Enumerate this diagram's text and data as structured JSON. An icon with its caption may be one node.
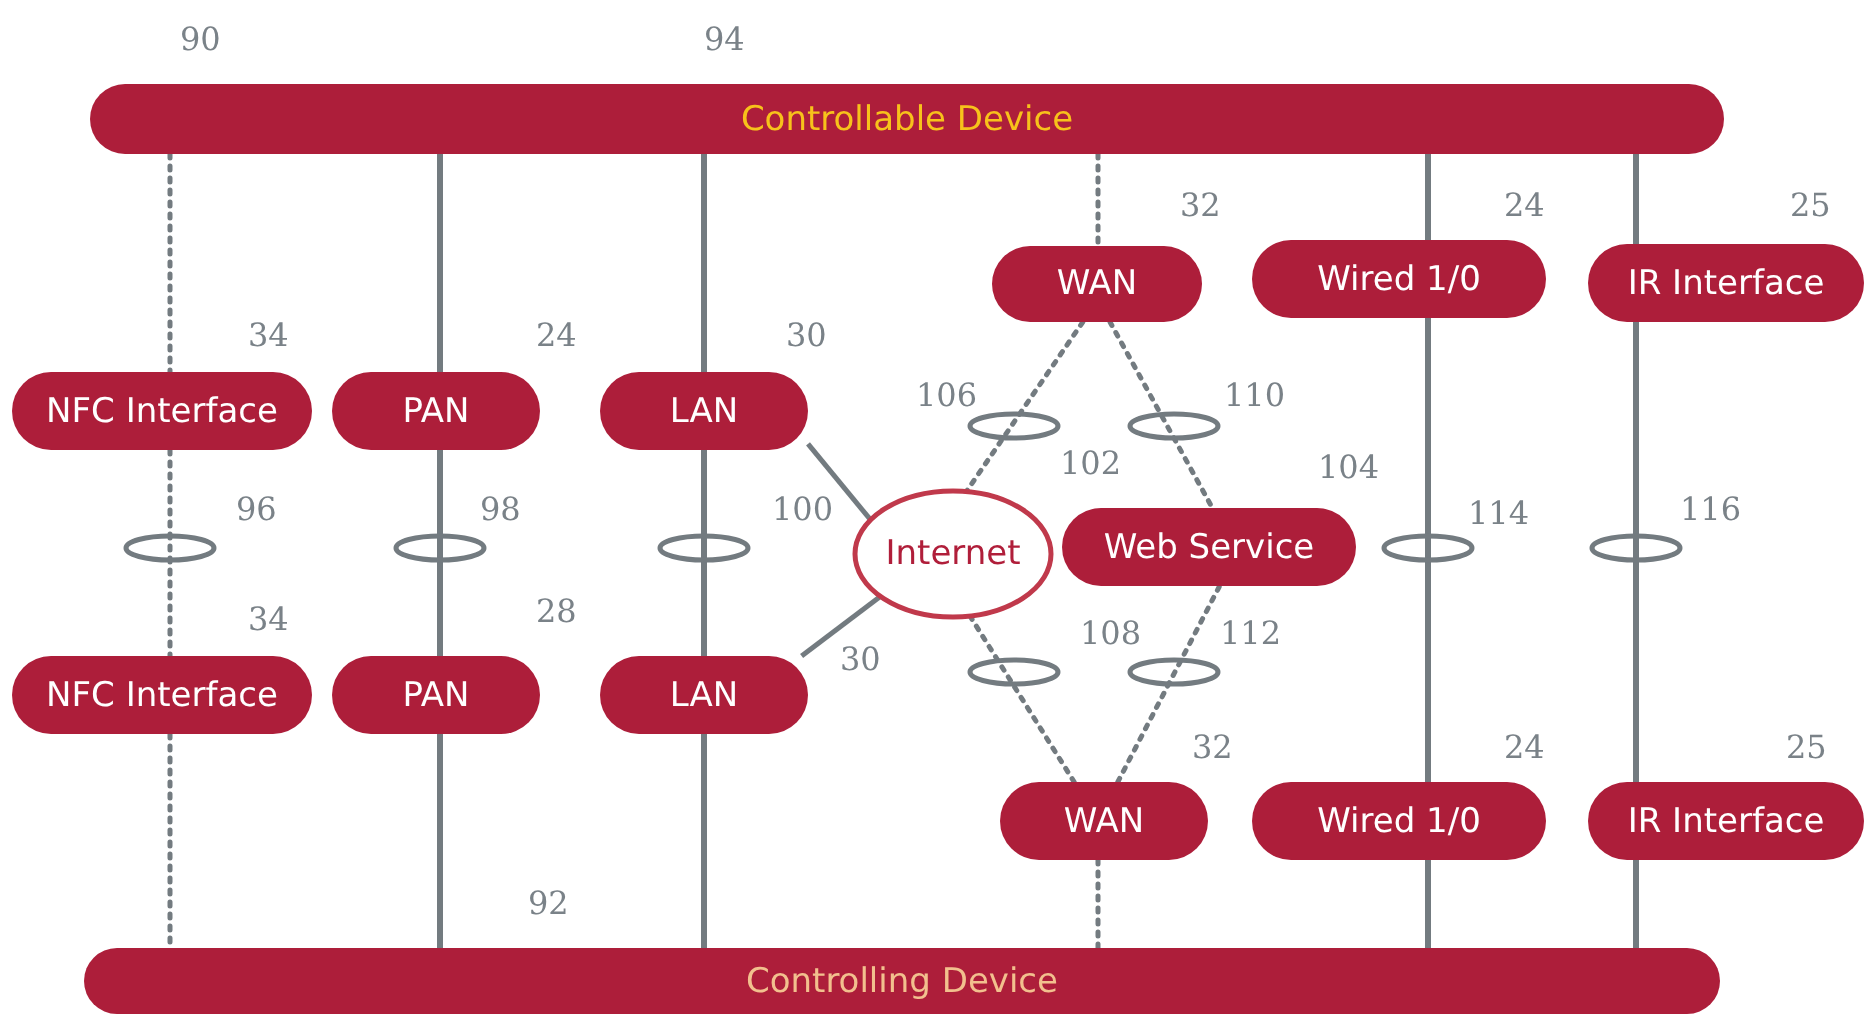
{
  "diagram": {
    "nodes": [
      {
        "text": [
          "Controllable Device"
        ]
      },
      {
        "text": [
          "NFC Interface"
        ]
      },
      {
        "text": [
          "PAN"
        ]
      },
      {
        "text": [
          "LAN"
        ]
      },
      {
        "text": [
          "WAN"
        ]
      },
      {
        "text": [
          "Wired 1/0"
        ]
      },
      {
        "text": [
          "IR Interface"
        ]
      },
      {
        "text": [
          "Internet"
        ]
      },
      {
        "text": [
          "Web Service"
        ]
      },
      {
        "text": [
          "NFC Interface"
        ]
      },
      {
        "text": [
          "PAN"
        ]
      },
      {
        "text": [
          "LAN"
        ]
      },
      {
        "text": [
          "WAN"
        ]
      },
      {
        "text": [
          "Wired 1/0"
        ]
      },
      {
        "text": [
          "IR Interface"
        ]
      },
      {
        "text": [
          "Controlling Device"
        ]
      }
    ],
    "edges": [
      {
        "from": 0,
        "to": 1,
        "arrow": "none",
        "style": "dashed"
      },
      {
        "from": 1,
        "to": 9,
        "arrow": "none",
        "style": "dashed"
      },
      {
        "from": 9,
        "to": 15,
        "arrow": "none",
        "style": "dashed"
      },
      {
        "from": 0,
        "to": 2,
        "arrow": "none"
      },
      {
        "from": 2,
        "to": 10,
        "arrow": "none"
      },
      {
        "from": 10,
        "to": 15,
        "arrow": "none"
      },
      {
        "from": 0,
        "to": 3,
        "arrow": "none"
      },
      {
        "from": 3,
        "to": 11,
        "arrow": "none"
      },
      {
        "from": 11,
        "to": 15,
        "arrow": "none"
      },
      {
        "from": 3,
        "to": 7,
        "arrow": "none"
      },
      {
        "from": 11,
        "to": 7,
        "arrow": "none"
      },
      {
        "from": 0,
        "to": 4,
        "arrow": "none",
        "style": "dashed"
      },
      {
        "from": 4,
        "to": 7,
        "arrow": "none",
        "style": "dashed"
      },
      {
        "from": 4,
        "to": 8,
        "arrow": "none",
        "style": "dashed"
      },
      {
        "from": 12,
        "to": 7,
        "arrow": "none",
        "style": "dashed"
      },
      {
        "from": 12,
        "to": 8,
        "arrow": "none",
        "style": "dashed"
      },
      {
        "from": 12,
        "to": 15,
        "arrow": "none",
        "style": "dashed"
      },
      {
        "from": 0,
        "to": 5,
        "arrow": "none"
      },
      {
        "from": 5,
        "to": 13,
        "arrow": "none"
      },
      {
        "from": 13,
        "to": 15,
        "arrow": "none"
      },
      {
        "from": 0,
        "to": 6,
        "arrow": "none"
      },
      {
        "from": 6,
        "to": 14,
        "arrow": "none"
      },
      {
        "from": 14,
        "to": 15,
        "arrow": "none"
      }
    ],
    "labels": [
      "90",
      "94",
      "32",
      "24",
      "25",
      "34",
      "24",
      "30",
      "106",
      "110",
      "102",
      "104",
      "96",
      "98",
      "100",
      "114",
      "116",
      "34",
      "28",
      "30",
      "108",
      "112",
      "32",
      "24",
      "25",
      "92"
    ]
  }
}
